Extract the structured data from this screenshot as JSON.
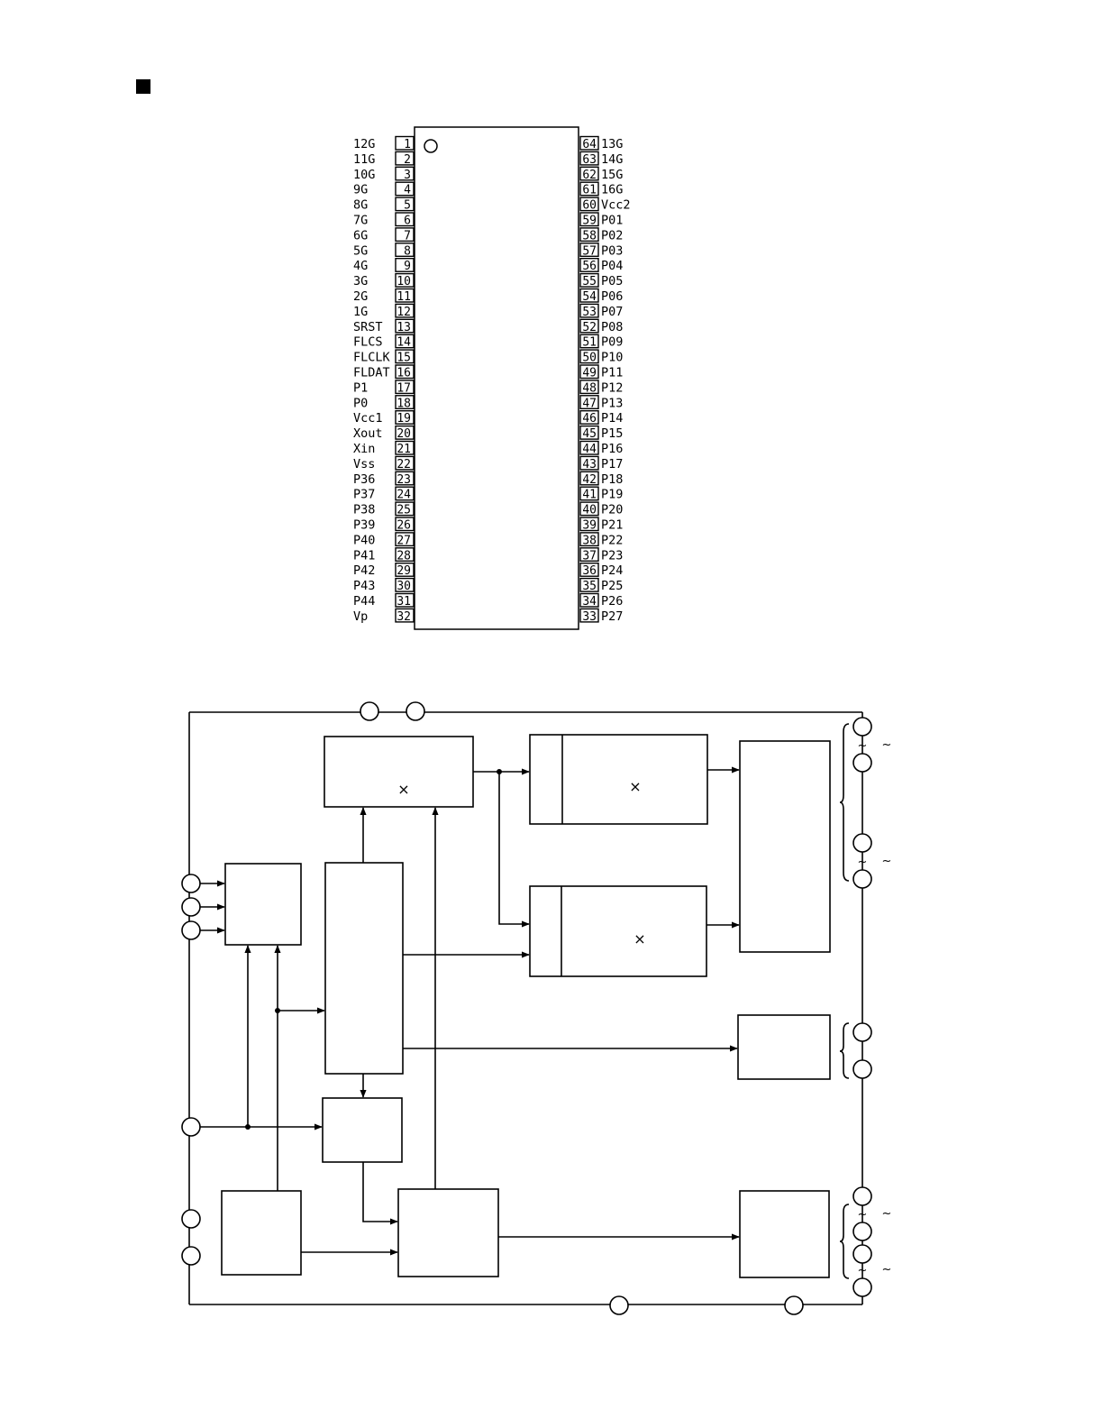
{
  "pinout": {
    "left_pins": [
      {
        "num": "1",
        "name": "12G"
      },
      {
        "num": "2",
        "name": "11G"
      },
      {
        "num": "3",
        "name": "10G"
      },
      {
        "num": "4",
        "name": "9G"
      },
      {
        "num": "5",
        "name": "8G"
      },
      {
        "num": "6",
        "name": "7G"
      },
      {
        "num": "7",
        "name": "6G"
      },
      {
        "num": "8",
        "name": "5G"
      },
      {
        "num": "9",
        "name": "4G"
      },
      {
        "num": "10",
        "name": "3G"
      },
      {
        "num": "11",
        "name": "2G"
      },
      {
        "num": "12",
        "name": "1G"
      },
      {
        "num": "13",
        "name": "SRST"
      },
      {
        "num": "14",
        "name": "FLCS"
      },
      {
        "num": "15",
        "name": "FLCLK"
      },
      {
        "num": "16",
        "name": "FLDAT"
      },
      {
        "num": "17",
        "name": "P1"
      },
      {
        "num": "18",
        "name": "P0"
      },
      {
        "num": "19",
        "name": "Vcc1"
      },
      {
        "num": "20",
        "name": "Xout"
      },
      {
        "num": "21",
        "name": "Xin"
      },
      {
        "num": "22",
        "name": "Vss"
      },
      {
        "num": "23",
        "name": "P36"
      },
      {
        "num": "24",
        "name": "P37"
      },
      {
        "num": "25",
        "name": "P38"
      },
      {
        "num": "26",
        "name": "P39"
      },
      {
        "num": "27",
        "name": "P40"
      },
      {
        "num": "28",
        "name": "P41"
      },
      {
        "num": "29",
        "name": "P42"
      },
      {
        "num": "30",
        "name": "P43"
      },
      {
        "num": "31",
        "name": "P44"
      },
      {
        "num": "32",
        "name": "Vp"
      }
    ],
    "right_pins": [
      {
        "num": "64",
        "name": "13G"
      },
      {
        "num": "63",
        "name": "14G"
      },
      {
        "num": "62",
        "name": "15G"
      },
      {
        "num": "61",
        "name": "16G"
      },
      {
        "num": "60",
        "name": "Vcc2"
      },
      {
        "num": "59",
        "name": "P01"
      },
      {
        "num": "58",
        "name": "P02"
      },
      {
        "num": "57",
        "name": "P03"
      },
      {
        "num": "56",
        "name": "P04"
      },
      {
        "num": "55",
        "name": "P05"
      },
      {
        "num": "54",
        "name": "P06"
      },
      {
        "num": "53",
        "name": "P07"
      },
      {
        "num": "52",
        "name": "P08"
      },
      {
        "num": "51",
        "name": "P09"
      },
      {
        "num": "50",
        "name": "P10"
      },
      {
        "num": "49",
        "name": "P11"
      },
      {
        "num": "48",
        "name": "P12"
      },
      {
        "num": "47",
        "name": "P13"
      },
      {
        "num": "46",
        "name": "P14"
      },
      {
        "num": "45",
        "name": "P15"
      },
      {
        "num": "44",
        "name": "P16"
      },
      {
        "num": "43",
        "name": "P17"
      },
      {
        "num": "42",
        "name": "P18"
      },
      {
        "num": "41",
        "name": "P19"
      },
      {
        "num": "40",
        "name": "P20"
      },
      {
        "num": "39",
        "name": "P21"
      },
      {
        "num": "38",
        "name": "P22"
      },
      {
        "num": "37",
        "name": "P23"
      },
      {
        "num": "36",
        "name": "P24"
      },
      {
        "num": "35",
        "name": "P25"
      },
      {
        "num": "34",
        "name": "P26"
      },
      {
        "num": "33",
        "name": "P27"
      }
    ]
  },
  "block_diagram": {
    "multiply_symbol": "×",
    "tilde_symbol": "~"
  }
}
